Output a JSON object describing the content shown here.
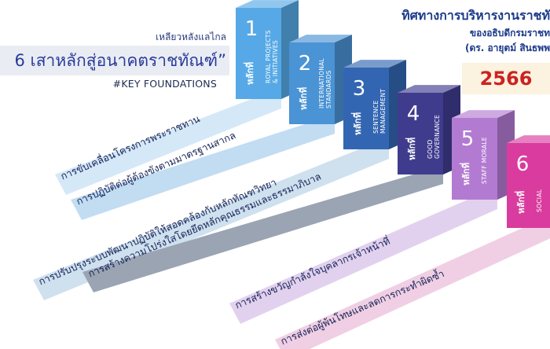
{
  "header": {
    "tagline": "เหลียวหลังแลไกล",
    "headline": "6 เสาหลักสู่อนาคตราชทัณฑ์”",
    "key_foundations": "#KEY FOUNDATIONS"
  },
  "right_header": {
    "line1": "ทิศทางการบริหารงานราชทั",
    "line2": "ของอธิบดีกรมราชท",
    "line3": "(ดร. อายุตม์ สินธพพ",
    "year": "2566"
  },
  "pillars": [
    {
      "number": "1",
      "label": "หลักที่",
      "english": "ROYAL PROJECTS & INITIATIVES",
      "color": "#56a9e6",
      "ribbon": "การขับเคลื่อนโครงการพระราชทาน"
    },
    {
      "number": "2",
      "label": "หลักที่",
      "english": "INTERNATIONAL STANDARDS",
      "color": "#4a93d4",
      "ribbon": "การปฏิบัติต่อผู้ต้องขังตามมาตรฐานสากล"
    },
    {
      "number": "3",
      "label": "หลักที่",
      "english": "SENTENCE MANAGEMENT",
      "color": "#3366b2",
      "ribbon": "การปรับปรุงระบบพัฒนาปฏิบัติให้สอดคล้องกับหลักทัณฑวิทยา"
    },
    {
      "number": "4",
      "label": "หลักที่",
      "english": "GOOD GOVERNANCE",
      "color": "#3f3c8e",
      "ribbon": "การสร้างความโปร่งใสโดยยึดหลักคุณธรรมและธรรมาภิบาล"
    },
    {
      "number": "5",
      "label": "หลักที่",
      "english": "STAFF MORALE",
      "color": "#b37ad2",
      "ribbon": "การสร้างขวัญกำลังใจบุคลากรเจ้าหน้าที่"
    },
    {
      "number": "6",
      "label": "หลักที่",
      "english": "SOCIAL",
      "color": "#d93b9e",
      "ribbon": "การส่งต่อผู้พ้นโทษและลดการกระทำผิดซ้ำ"
    }
  ],
  "colors": {
    "ribbon_fills": [
      "#d5e8f8",
      "#c2dcf2",
      "#cfe0ee",
      "#9aa4b3",
      "#e2d1ee",
      "#f0cfe4"
    ]
  }
}
